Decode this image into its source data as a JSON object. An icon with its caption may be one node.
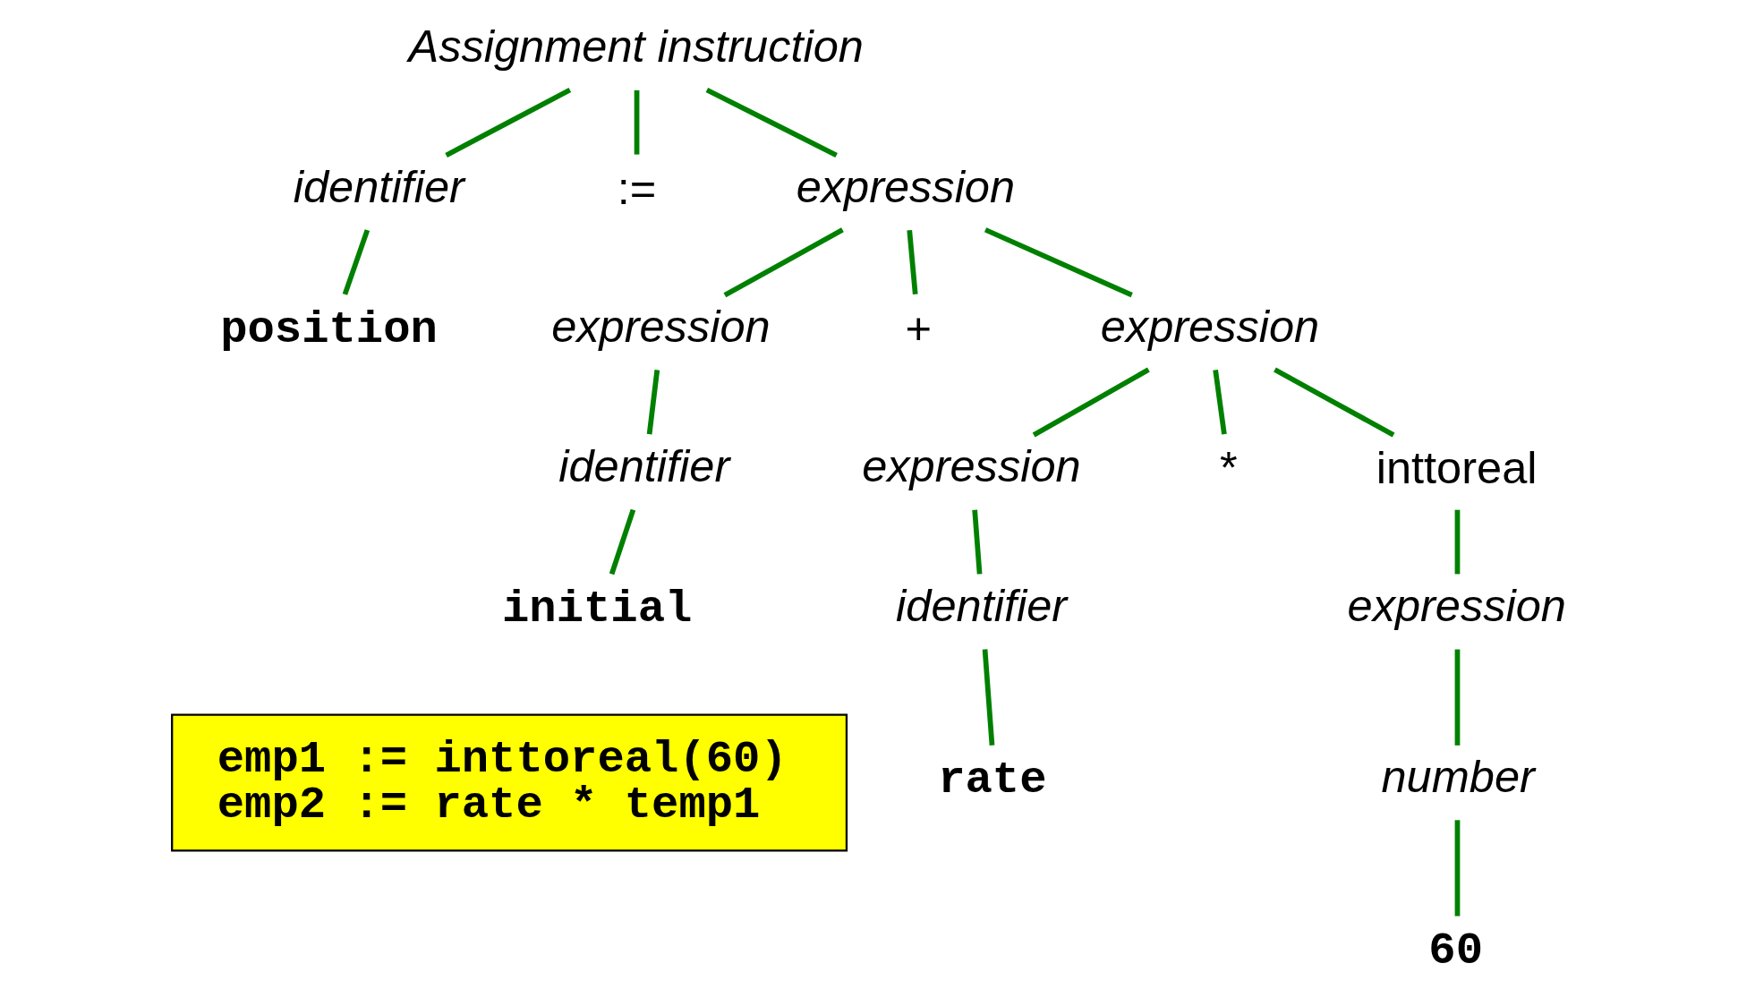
{
  "diagram": {
    "nodes": [
      {
        "text": [
          "Assignment instruction"
        ]
      },
      {
        "text": [
          "identifier"
        ]
      },
      {
        "text": [
          ":="
        ]
      },
      {
        "text": [
          "expression"
        ]
      },
      {
        "text": [
          "position"
        ]
      },
      {
        "text": [
          "expression"
        ]
      },
      {
        "text": [
          "+"
        ]
      },
      {
        "text": [
          "expression"
        ]
      },
      {
        "text": [
          "identifier"
        ]
      },
      {
        "text": [
          "initial"
        ]
      },
      {
        "text": [
          "expression"
        ]
      },
      {
        "text": [
          "*"
        ]
      },
      {
        "text": [
          "inttoreal"
        ]
      },
      {
        "text": [
          "identifier"
        ]
      },
      {
        "text": [
          "rate"
        ]
      },
      {
        "text": [
          "expression"
        ]
      },
      {
        "text": [
          "number"
        ]
      },
      {
        "text": [
          "60"
        ]
      },
      {
        "text": [
          "emp1 := inttoreal(60)",
          "emp2 := rate * temp1"
        ]
      }
    ],
    "edges": [
      {
        "from": 0,
        "to": 1,
        "arrow": "none"
      },
      {
        "from": 0,
        "to": 2,
        "arrow": "none"
      },
      {
        "from": 0,
        "to": 3,
        "arrow": "none"
      },
      {
        "from": 1,
        "to": 4,
        "arrow": "none"
      },
      {
        "from": 3,
        "to": 5,
        "arrow": "none"
      },
      {
        "from": 3,
        "to": 6,
        "arrow": "none"
      },
      {
        "from": 3,
        "to": 7,
        "arrow": "none"
      },
      {
        "from": 5,
        "to": 8,
        "arrow": "none"
      },
      {
        "from": 8,
        "to": 9,
        "arrow": "none"
      },
      {
        "from": 7,
        "to": 10,
        "arrow": "none"
      },
      {
        "from": 7,
        "to": 11,
        "arrow": "none"
      },
      {
        "from": 7,
        "to": 12,
        "arrow": "none"
      },
      {
        "from": 10,
        "to": 13,
        "arrow": "none"
      },
      {
        "from": 13,
        "to": 14,
        "arrow": "none"
      },
      {
        "from": 12,
        "to": 15,
        "arrow": "none"
      },
      {
        "from": 15,
        "to": 16,
        "arrow": "none"
      },
      {
        "from": 16,
        "to": 17,
        "arrow": "none"
      }
    ]
  }
}
